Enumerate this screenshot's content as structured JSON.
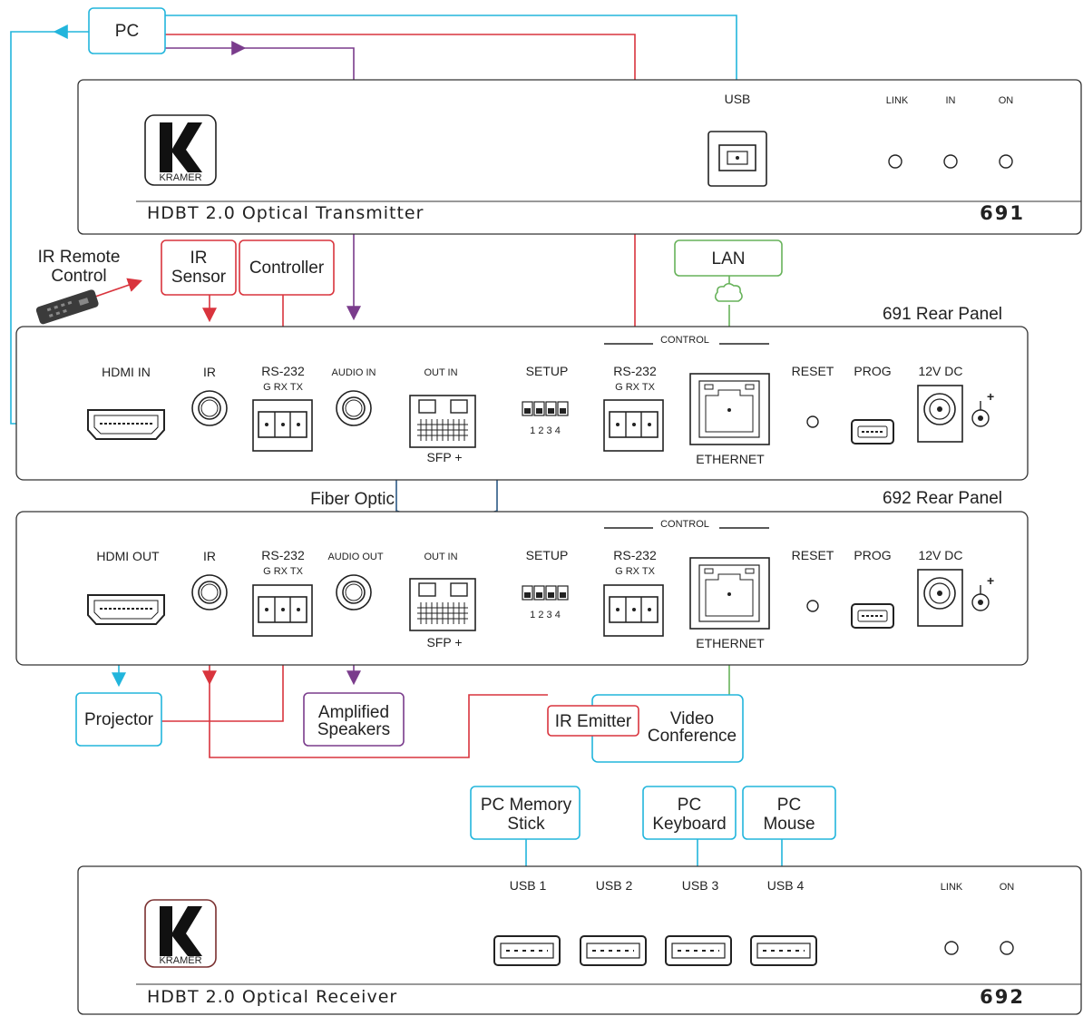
{
  "devices": {
    "transmitter": {
      "title": "HDBT 2.0 Optical Transmitter",
      "model": "691",
      "logo": "KRAMER",
      "usb": "USB",
      "link": "LINK",
      "in": "IN",
      "on": "ON"
    },
    "receiver": {
      "title": "HDBT 2.0 Optical Receiver",
      "model": "692",
      "logo": "KRAMER",
      "usb1": "USB 1",
      "usb2": "USB 2",
      "usb3": "USB 3",
      "usb4": "USB 4",
      "link": "LINK",
      "on": "ON"
    }
  },
  "panels": {
    "rear691": {
      "caption": "691 Rear Panel",
      "hdmi": "HDMI IN",
      "ir": "IR",
      "rs232": "RS-232",
      "pins": "G RX TX",
      "audio": "AUDIO IN",
      "outin": "OUT   IN",
      "setup": "SETUP",
      "dip": "1 2 3 4",
      "sfp": "SFP +",
      "control": "CONTROL",
      "rs232b": "RS-232",
      "pinsb": "G RX TX",
      "ethernet": "ETHERNET",
      "reset": "RESET",
      "prog": "PROG",
      "dc": "12V DC",
      "plus": "+"
    },
    "rear692": {
      "caption": "692 Rear Panel",
      "hdmi": "HDMI OUT",
      "ir": "IR",
      "rs232": "RS-232",
      "pins": "G RX TX",
      "audio": "AUDIO OUT",
      "outin": "OUT   IN",
      "setup": "SETUP",
      "dip": "1 2 3 4",
      "sfp": "SFP +",
      "control": "CONTROL",
      "rs232b": "RS-232",
      "pinsb": "G RX TX",
      "ethernet": "ETHERNET",
      "reset": "RESET",
      "prog": "PROG",
      "dc": "12V DC",
      "plus": "+"
    }
  },
  "labels": {
    "pc": "PC",
    "ir_remote_line1": "IR Remote",
    "ir_remote_line2": "Control",
    "ir_sensor_line1": "IR",
    "ir_sensor_line2": "Sensor",
    "controller": "Controller",
    "lan": "LAN",
    "fiber_optic": "Fiber Optic",
    "projector": "Projector",
    "amplified_line1": "Amplified",
    "amplified_line2": "Speakers",
    "ir_emitter": "IR Emitter",
    "video_line1": "Video",
    "video_line2": "Conference",
    "memory_line1": "PC Memory",
    "memory_line2": "Stick",
    "keyboard_line1": "PC",
    "keyboard_line2": "Keyboard",
    "mouse_line1": "PC",
    "mouse_line2": "Mouse"
  },
  "colors": {
    "video": "#22b5dc",
    "control": "#d9343d",
    "audio": "#7a3c8c",
    "lan": "#67b25a",
    "fiber": "#2c5a86"
  }
}
